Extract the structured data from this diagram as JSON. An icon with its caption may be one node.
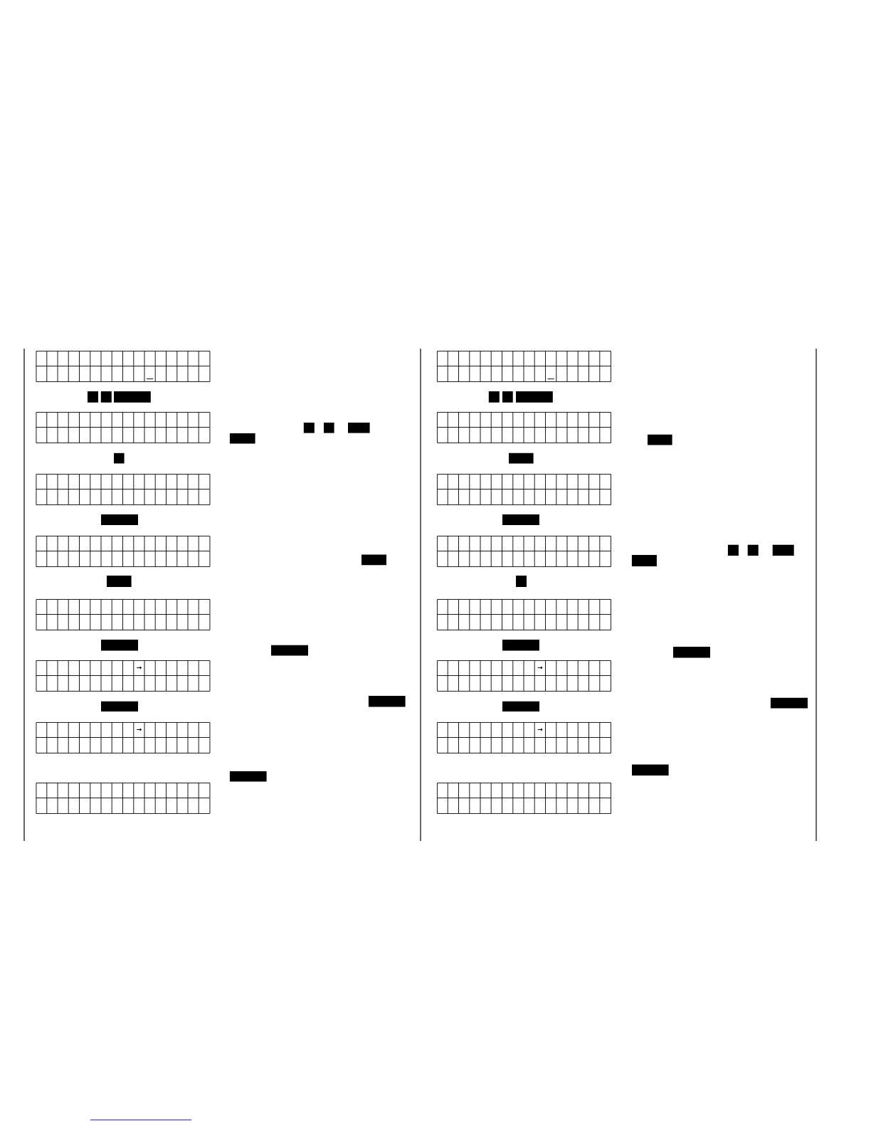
{
  "diagram": {
    "nodes": [
      {
        "text": [],
        "shape": "box"
      },
      {
        "text": [],
        "shape": "box"
      },
      {
        "text": [],
        "shape": "box"
      },
      {
        "text": [],
        "shape": "box"
      },
      {
        "text": [],
        "shape": "box"
      },
      {
        "text": [
          "→"
        ]
      },
      {
        "text": [
          "→"
        ]
      },
      {
        "text": [],
        "shape": "box"
      },
      {
        "text": [],
        "shape": "box"
      },
      {
        "text": [],
        "shape": "box"
      },
      {
        "text": [],
        "shape": "box"
      },
      {
        "text": [],
        "shape": "box"
      },
      {
        "text": [],
        "shape": "box"
      },
      {
        "text": [
          "→"
        ]
      },
      {
        "text": [
          "→"
        ]
      },
      {
        "text": [],
        "shape": "box"
      }
    ]
  }
}
